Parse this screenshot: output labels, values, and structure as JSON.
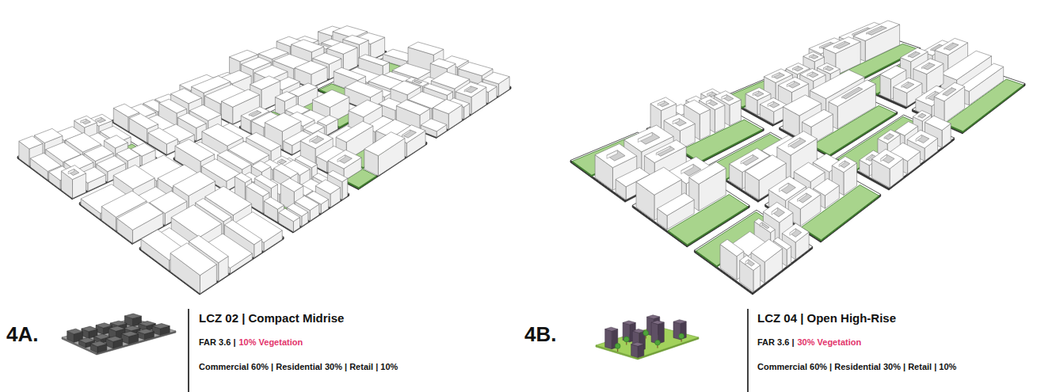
{
  "diagram": {
    "labels": [
      "4A.",
      "LCZ 02 | Compact Midrise",
      "FAR 3.6 |",
      "10% Vegetation",
      "Commercial 60% | Residential 30% | Retail | 10%",
      "4B.",
      "LCZ 04 | Open High-Rise",
      "FAR 3.6 |",
      "30% Vegetation",
      "Commercial 60% | Residential 30% | Retail | 10%"
    ]
  }
}
